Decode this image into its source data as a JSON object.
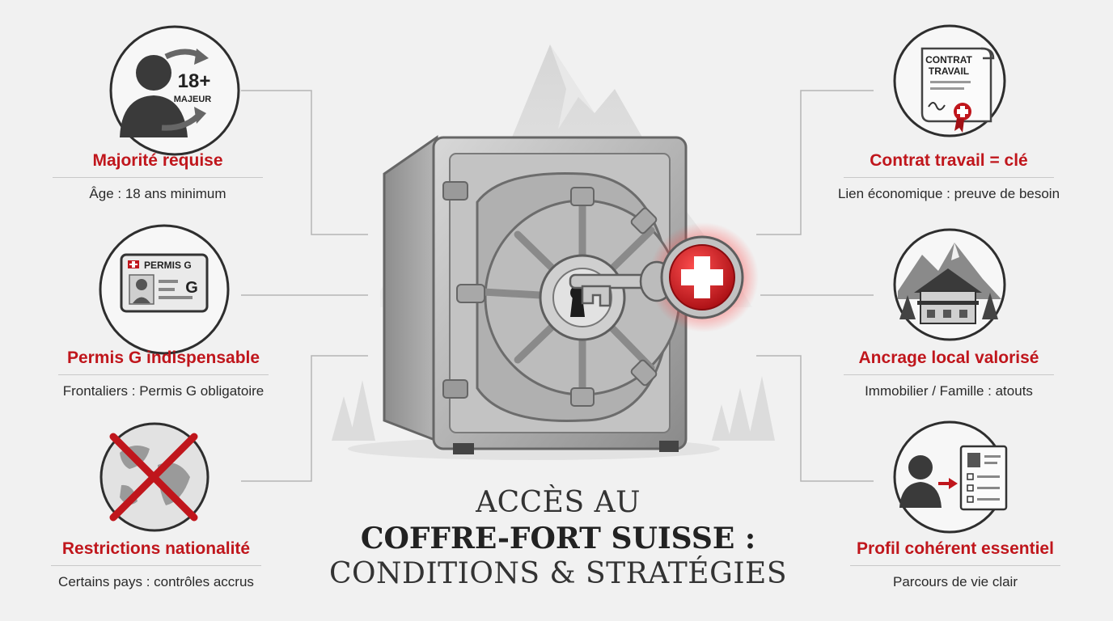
{
  "title": {
    "line1": "ACCÈS AU",
    "line2": "COFFRE-FORT SUISSE :",
    "line3": "CONDITIONS & STRATÉGIES"
  },
  "left_items": [
    {
      "title": "Majorité requise",
      "subtitle": "Âge : 18 ans minimum",
      "icon": "person-adult-icon",
      "icon_text": "18+",
      "icon_caption": "MAJEUR"
    },
    {
      "title": "Permis G indispensable",
      "subtitle": "Frontaliers : Permis G obligatoire",
      "icon": "permit-card-icon",
      "icon_text": "PERMIS G",
      "icon_caption": "G"
    },
    {
      "title": "Restrictions nationalité",
      "subtitle": "Certains pays : contrôles accrus",
      "icon": "crossed-globe-icon"
    }
  ],
  "right_items": [
    {
      "title": "Contrat travail = clé",
      "subtitle": "Lien économique : preuve de besoin",
      "icon": "contract-scroll-icon",
      "icon_text": "CONTRAT",
      "icon_caption": "TRAVAIL"
    },
    {
      "title": "Ancrage local valorisé",
      "subtitle": "Immobilier / Famille : atouts",
      "icon": "chalet-icon"
    },
    {
      "title": "Profil cohérent essentiel",
      "subtitle": "Parcours de vie clair",
      "icon": "profile-document-icon"
    }
  ],
  "colors": {
    "accent": "#c0161c",
    "text": "#2a2a2a",
    "background": "#f1f1f1",
    "safe": "#9a9a9a"
  }
}
